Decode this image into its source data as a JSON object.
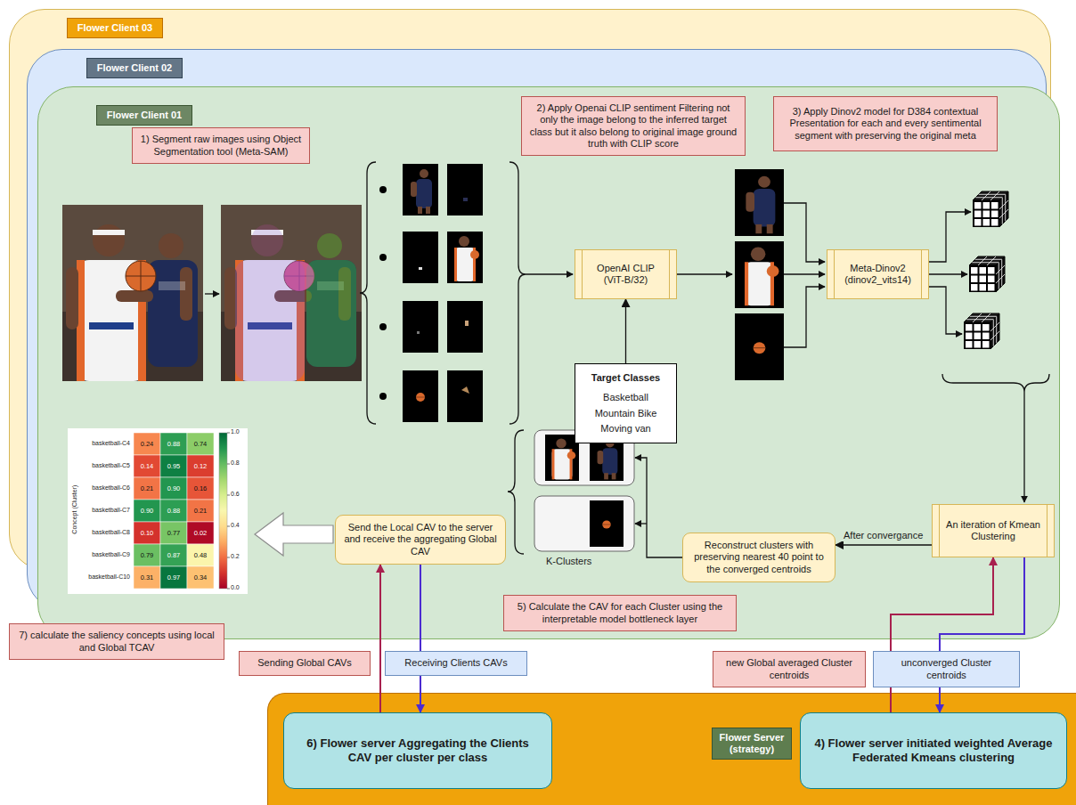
{
  "diagram": {
    "nodes": [
      {
        "text": [
          "Flower Client 03"
        ]
      },
      {
        "text": [
          "Flower Client 02"
        ]
      },
      {
        "text": [
          "Flower Client 01"
        ]
      },
      {
        "text": [
          "1) Segment raw images using Object Segmentation tool (Meta-SAM)"
        ],
        "in": 2
      },
      {
        "text": [
          "2) Apply Openai CLIP sentiment Filtering not only the image belong to the inferred target class but it also belong to original image ground truth with CLIP score"
        ],
        "in": 2
      },
      {
        "text": [
          "3) Apply Dinov2 model for D384 contextual Presentation for each and every sentimental segment with preserving the original meta"
        ],
        "in": 2
      },
      {
        "text": [
          "OpenAI CLIP (ViT-B/32)"
        ],
        "in": 2
      },
      {
        "text": [
          "Target Classes",
          "Basketball",
          "Mountain Bike",
          "Moving van"
        ],
        "in": 2
      },
      {
        "text": [
          "Meta-Dinov2 (dinov2_vits14)"
        ],
        "in": 2
      },
      {
        "text": [
          "An iteration of Kmean Clustering"
        ],
        "in": 2
      },
      {
        "text": [
          "Reconstruct clusters with preserving nearest 40 point to the converged centroids"
        ],
        "in": 2
      },
      {
        "text": [
          "Send the Local CAV to the server and receive the aggregating Global CAV"
        ],
        "in": 2
      },
      {
        "text": [
          "5) Calculate the CAV for each Cluster using the interpretable model bottleneck layer"
        ],
        "in": 2
      },
      {
        "text": [
          "7) calculate the saliency concepts using local and Global TCAV"
        ]
      },
      {
        "text": [
          "Sending Global CAVs"
        ]
      },
      {
        "text": [
          "Receiving Clients CAVs"
        ]
      },
      {
        "text": [
          "new Global averaged Cluster centroids"
        ]
      },
      {
        "text": [
          "unconverged Cluster centroids"
        ]
      },
      {
        "text": [
          "Flower Server (strategy)"
        ]
      },
      {
        "text": [
          "6) Flower server Aggregating the Clients CAV per cluster per class"
        ],
        "in": 18
      },
      {
        "text": [
          "4) Flower server initiated weighted Average Federated Kmeans clustering"
        ],
        "in": 18
      }
    ],
    "edges": [
      {
        "from": 7,
        "to": 6,
        "arrow": "to"
      },
      {
        "from": 9,
        "to": 10,
        "label": "After convergance",
        "arrow": "to"
      },
      {
        "from": 11,
        "to": 19,
        "arrow": "to"
      },
      {
        "from": 19,
        "to": 11,
        "arrow": "to"
      },
      {
        "from": 9,
        "to": 20,
        "arrow": "to"
      },
      {
        "from": 20,
        "to": 9,
        "arrow": "to"
      }
    ],
    "labels": [
      "K-Clusters",
      "basketball-C4",
      "0.24",
      "0.88",
      "0.74",
      "basketball-C5",
      "0.14",
      "0.95",
      "0.12",
      "basketball-C6",
      "0.21",
      "0.90",
      "0.16",
      "basketball-C7",
      "0.90",
      "0.88",
      "0.21",
      "basketball-C8",
      "0.10",
      "0.77",
      "0.02",
      "basketball-C9",
      "0.79",
      "0.87",
      "0.48",
      "basketball-C10",
      "0.31",
      "0.97",
      "0.34",
      "1.0",
      "0.8",
      "0.6",
      "0.4",
      "0.2",
      "0.0",
      "Concept (Cluster)"
    ]
  }
}
